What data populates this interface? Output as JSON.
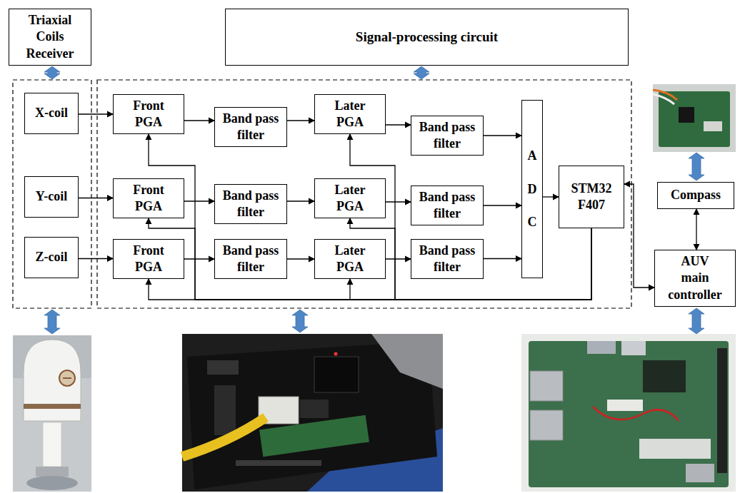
{
  "diagram": {
    "nodes": [
      {
        "text": [
          "Triaxial Coils Receiver"
        ]
      },
      {
        "text": [
          "Signal-processing circuit"
        ]
      },
      {
        "text": [
          "X-coil"
        ]
      },
      {
        "text": [
          "Front PGA"
        ]
      },
      {
        "text": [
          "Band pass filter"
        ]
      },
      {
        "text": [
          "Later PGA"
        ]
      },
      {
        "text": [
          "Band pass filter"
        ]
      },
      {
        "text": [
          "Y-coil"
        ]
      },
      {
        "text": [
          "Front PGA"
        ]
      },
      {
        "text": [
          "Band pass filter"
        ]
      },
      {
        "text": [
          "Later PGA"
        ]
      },
      {
        "text": [
          "Band pass filter"
        ]
      },
      {
        "text": [
          "Z-coil"
        ]
      },
      {
        "text": [
          "Front PGA"
        ]
      },
      {
        "text": [
          "Band pass filter"
        ]
      },
      {
        "text": [
          "Later PGA"
        ]
      },
      {
        "text": [
          "Band pass filter"
        ]
      },
      {
        "text": [
          "A D C"
        ]
      },
      {
        "text": [
          "STM32 F407"
        ]
      },
      {
        "text": [
          "Compass"
        ]
      },
      {
        "text": [
          "AUV main controller"
        ]
      }
    ],
    "edges": [
      {
        "from": 2,
        "to": 3,
        "arrow": "to"
      },
      {
        "from": 3,
        "to": 4,
        "arrow": "to"
      },
      {
        "from": 4,
        "to": 5,
        "arrow": "to"
      },
      {
        "from": 5,
        "to": 6,
        "arrow": "to"
      },
      {
        "from": 6,
        "to": 17,
        "arrow": "to"
      },
      {
        "from": 7,
        "to": 8,
        "arrow": "to"
      },
      {
        "from": 8,
        "to": 9,
        "arrow": "to"
      },
      {
        "from": 9,
        "to": 10,
        "arrow": "to"
      },
      {
        "from": 10,
        "to": 11,
        "arrow": "to"
      },
      {
        "from": 11,
        "to": 17,
        "arrow": "to"
      },
      {
        "from": 12,
        "to": 13,
        "arrow": "to"
      },
      {
        "from": 13,
        "to": 14,
        "arrow": "to"
      },
      {
        "from": 14,
        "to": 15,
        "arrow": "to"
      },
      {
        "from": 15,
        "to": 16,
        "arrow": "to"
      },
      {
        "from": 16,
        "to": 17,
        "arrow": "to"
      },
      {
        "from": 17,
        "to": 18,
        "arrow": "to"
      },
      {
        "from": 18,
        "to": 3,
        "arrow": "to"
      },
      {
        "from": 18,
        "to": 5,
        "arrow": "to"
      },
      {
        "from": 18,
        "to": 8,
        "arrow": "to"
      },
      {
        "from": 18,
        "to": 10,
        "arrow": "to"
      },
      {
        "from": 18,
        "to": 13,
        "arrow": "to"
      },
      {
        "from": 18,
        "to": 15,
        "arrow": "to"
      },
      {
        "from": 18,
        "to": 20,
        "arrow": "both"
      },
      {
        "from": 19,
        "to": 20,
        "arrow": "both"
      }
    ]
  }
}
